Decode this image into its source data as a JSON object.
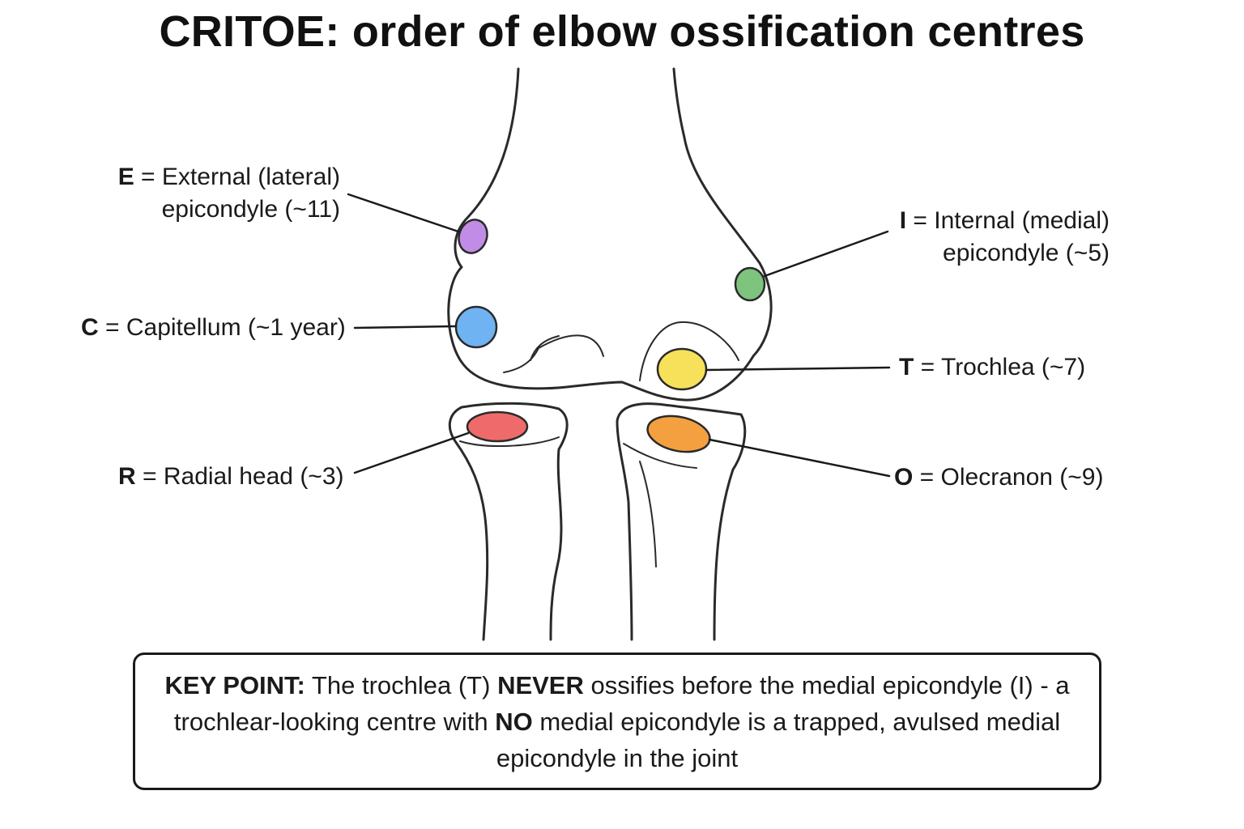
{
  "title": "CRITOE: order of elbow ossification centres",
  "centres": [
    {
      "id": "capitellum",
      "letter": "C",
      "line1": " = Capitellum (~1 year)",
      "line2": "",
      "color": "#6fb3f2"
    },
    {
      "id": "radial-head",
      "letter": "R",
      "line1": " = Radial head (~3)",
      "line2": "",
      "color": "#ef6b6b"
    },
    {
      "id": "internal-epicondyle",
      "letter": "I",
      "line1": " = Internal (medial)",
      "line2": "epicondyle (~5)",
      "color": "#7ec47e"
    },
    {
      "id": "trochlea",
      "letter": "T",
      "line1": " = Trochlea (~7)",
      "line2": "",
      "color": "#f7e15a"
    },
    {
      "id": "olecranon",
      "letter": "O",
      "line1": " = Olecranon (~9)",
      "line2": "",
      "color": "#f4a040"
    },
    {
      "id": "external-epicondyle",
      "letter": "E",
      "line1": " = External (lateral)",
      "line2": "epicondyle (~11)",
      "color": "#c18ce6"
    }
  ],
  "key_point": {
    "lead": "KEY POINT:",
    "part1": " The trochlea (T) ",
    "never": "NEVER",
    "part2": " ossifies before the medial epicondyle (I) - a trochlear-looking centre with ",
    "no": "NO",
    "part3": " medial epicondyle is a trapped, avulsed medial epicondyle in the joint"
  }
}
